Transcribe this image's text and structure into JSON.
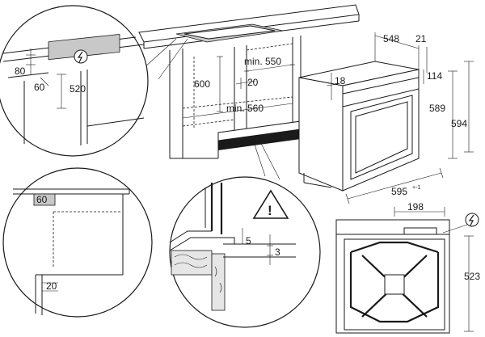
{
  "labels": {
    "d_548": "548",
    "d_21": "21",
    "d_114": "114",
    "d_18": "18",
    "d_589": "589",
    "d_594": "594",
    "d_595": "595",
    "d_595_tol": "+-1",
    "d_min550": "min. 550",
    "d_min560": "min. 560",
    "d_600": "600",
    "d_20_niche": "20",
    "d_80": "80",
    "d_60_top": "60",
    "d_520": "520",
    "d_60_box": "60",
    "d_20_bottom": "20",
    "d_5": "5",
    "d_3": "3",
    "d_198": "198",
    "d_523": "523"
  },
  "icons": {
    "plug": "power-plug-icon",
    "warning": "warning-triangle-icon",
    "warning_mark": "!"
  }
}
